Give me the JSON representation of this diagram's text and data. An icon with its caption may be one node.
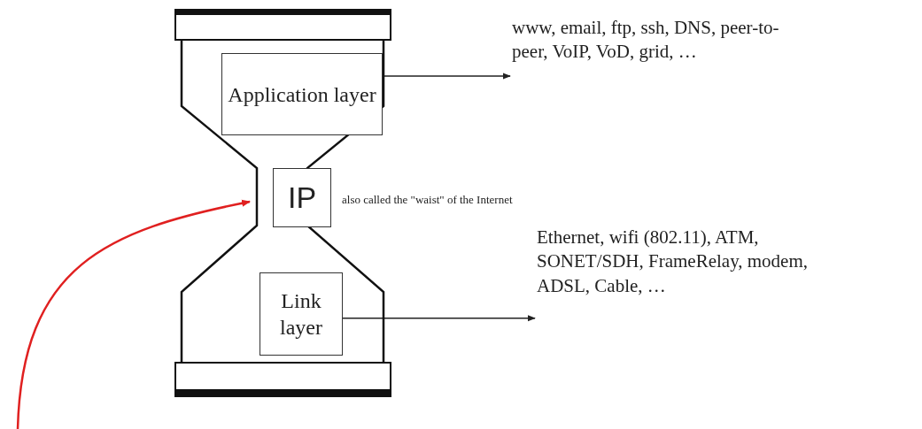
{
  "diagram": {
    "nodes": [
      {
        "text": [],
        "shape": "hourglass"
      },
      {
        "text": [
          "Application layer"
        ],
        "in": 0
      },
      {
        "text": [
          "www, email, ftp, ssh, DNS, peer-to-peer, VoIP, VoD, grid, …"
        ]
      },
      {
        "text": [
          "IP"
        ],
        "in": 0,
        "beside": [
          "also called the \"waist\" of the Internet"
        ]
      },
      {
        "text": [
          "Link layer"
        ],
        "in": 0
      },
      {
        "text": [
          "Ethernet, wifi (802.11), ATM, SONET/SDH, FrameRelay, modem, ADSL, Cable, …"
        ]
      }
    ],
    "edges": [
      {
        "from": 1,
        "to": 2,
        "arrow": "to"
      },
      {
        "from": 4,
        "to": 5,
        "arrow": "to"
      },
      {
        "from": null,
        "to": 0,
        "arrow": "to",
        "color": "#e02020"
      }
    ]
  }
}
